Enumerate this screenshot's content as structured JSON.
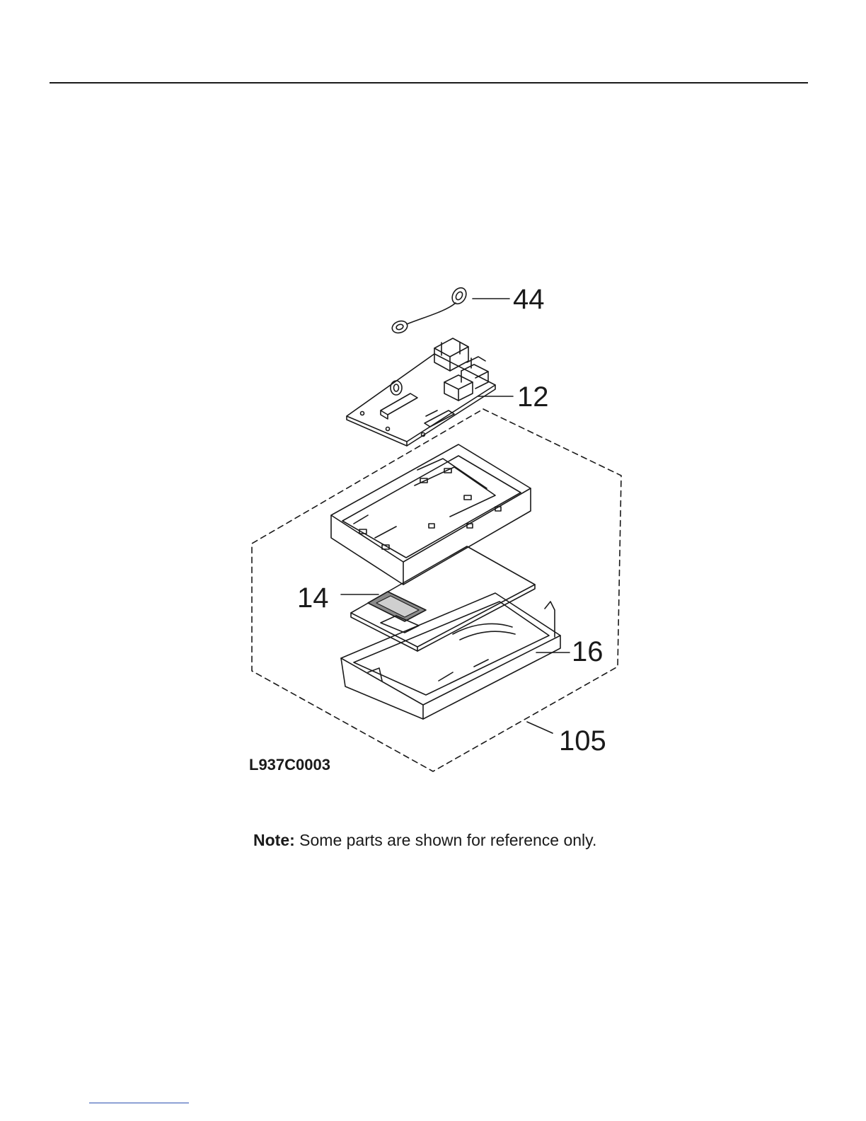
{
  "diagram": {
    "callouts": [
      {
        "id": "44",
        "label": "44"
      },
      {
        "id": "12",
        "label": "12"
      },
      {
        "id": "14",
        "label": "14"
      },
      {
        "id": "16",
        "label": "16"
      },
      {
        "id": "105",
        "label": "105"
      }
    ],
    "code": "L937C0003"
  },
  "note": {
    "prefix": "Note:",
    "text": " Some parts are shown for reference only."
  },
  "colors": {
    "ink": "#1a1a1a",
    "paper": "#ffffff",
    "display_window": "#8a8a8a",
    "bottom_mark": "#2a4fb0"
  }
}
